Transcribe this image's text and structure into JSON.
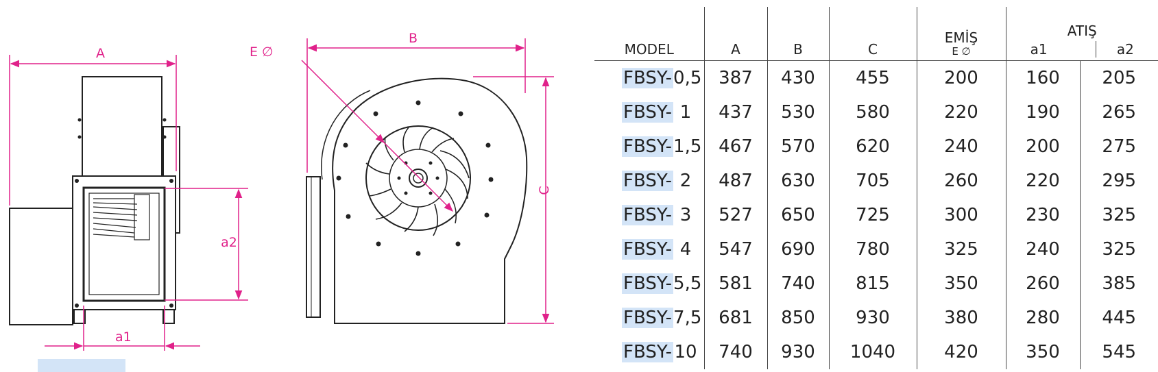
{
  "diagram": {
    "labels": {
      "A": "A",
      "B": "B",
      "C": "C",
      "E": "E ∅",
      "a1": "a1",
      "a2": "a2"
    },
    "colors": {
      "dimension": "#e0218a",
      "outline": "#222222",
      "highlight": "#d3e4f7"
    }
  },
  "table": {
    "headers": {
      "model": "MODEL",
      "a": "A",
      "b": "B",
      "c": "C",
      "emis": "EMİŞ",
      "emis_sub": "E ∅",
      "atis": "ATIŞ",
      "a1": "a1",
      "a2": "a2"
    },
    "rows": [
      {
        "prefix": "FBSY-",
        "size": "0,5",
        "A": "387",
        "B": "430",
        "C": "455",
        "E": "200",
        "a1": "160",
        "a2": "205"
      },
      {
        "prefix": "FBSY-",
        "size": "1",
        "A": "437",
        "B": "530",
        "C": "580",
        "E": "220",
        "a1": "190",
        "a2": "265"
      },
      {
        "prefix": "FBSY-",
        "size": "1,5",
        "A": "467",
        "B": "570",
        "C": "620",
        "E": "240",
        "a1": "200",
        "a2": "275"
      },
      {
        "prefix": "FBSY-",
        "size": "2",
        "A": "487",
        "B": "630",
        "C": "705",
        "E": "260",
        "a1": "220",
        "a2": "295"
      },
      {
        "prefix": "FBSY-",
        "size": "3",
        "A": "527",
        "B": "650",
        "C": "725",
        "E": "300",
        "a1": "230",
        "a2": "325"
      },
      {
        "prefix": "FBSY-",
        "size": "4",
        "A": "547",
        "B": "690",
        "C": "780",
        "E": "325",
        "a1": "240",
        "a2": "325"
      },
      {
        "prefix": "FBSY-",
        "size": "5,5",
        "A": "581",
        "B": "740",
        "C": "815",
        "E": "350",
        "a1": "260",
        "a2": "385"
      },
      {
        "prefix": "FBSY-",
        "size": "7,5",
        "A": "681",
        "B": "850",
        "C": "930",
        "E": "380",
        "a1": "280",
        "a2": "445"
      },
      {
        "prefix": "FBSY-",
        "size": "10",
        "A": "740",
        "B": "930",
        "C": "1040",
        "E": "420",
        "a1": "350",
        "a2": "545"
      }
    ]
  }
}
